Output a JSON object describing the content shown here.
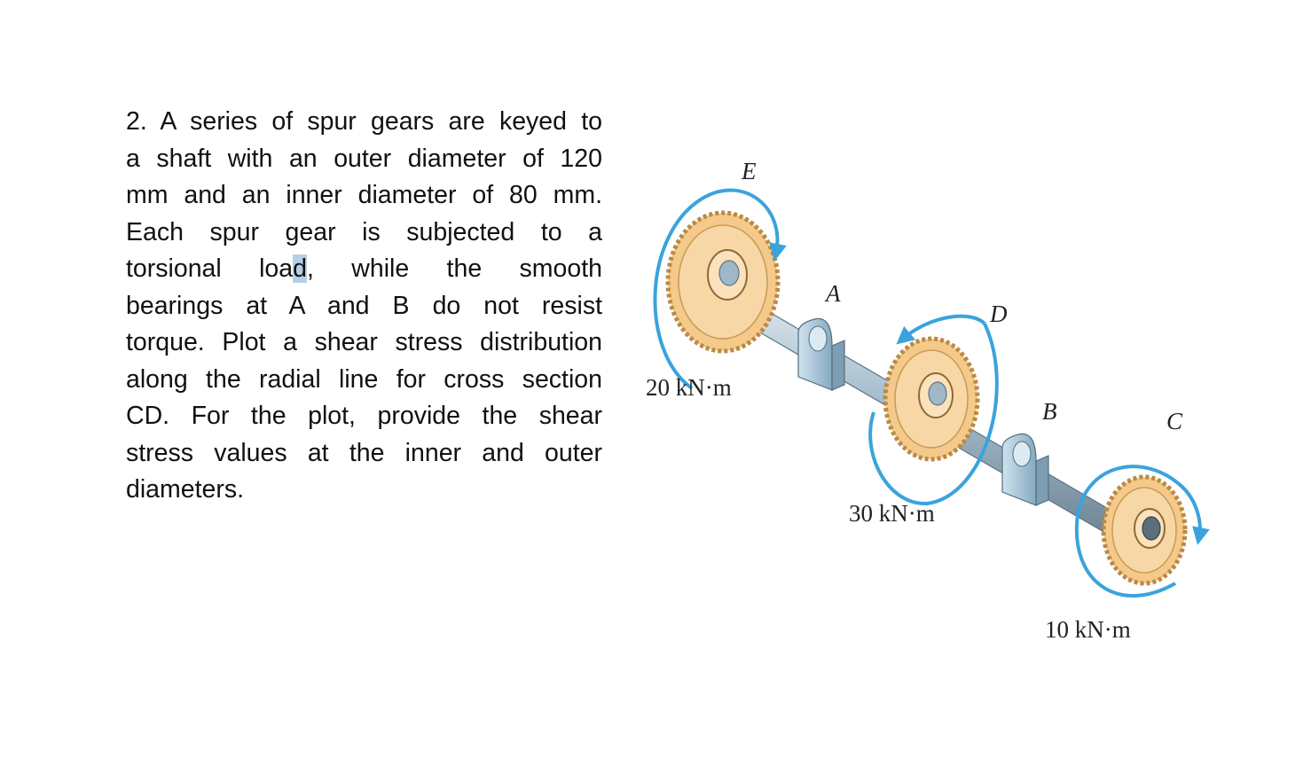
{
  "problem": {
    "lines": [
      "2. A series of spur gears are keyed to",
      "a shaft with an outer diameter of 120",
      "mm and an inner diameter of 80 mm.",
      "Each spur gear is subjected to a",
      [
        "torsional loa",
        "d",
        ", while the smooth"
      ],
      "bearings at A and B do not resist",
      "torque. Plot a shear stress distribution",
      "along the radial line for cross section",
      "CD. For the plot, provide the shear",
      "stress values at the inner and outer",
      "diameters."
    ]
  },
  "figure": {
    "labels": {
      "E": "E",
      "A": "A",
      "D": "D",
      "B": "B",
      "C": "C"
    },
    "torques": {
      "E": "20 kN·m",
      "D": "30 kN·m",
      "C": "10 kN·m"
    },
    "colors": {
      "gear": "#f4c98a",
      "gear_edge": "#c99a55",
      "shaft": "#9fb8c8",
      "bearing": "#a9c6d8",
      "arrow": "#3aa3dd"
    }
  }
}
